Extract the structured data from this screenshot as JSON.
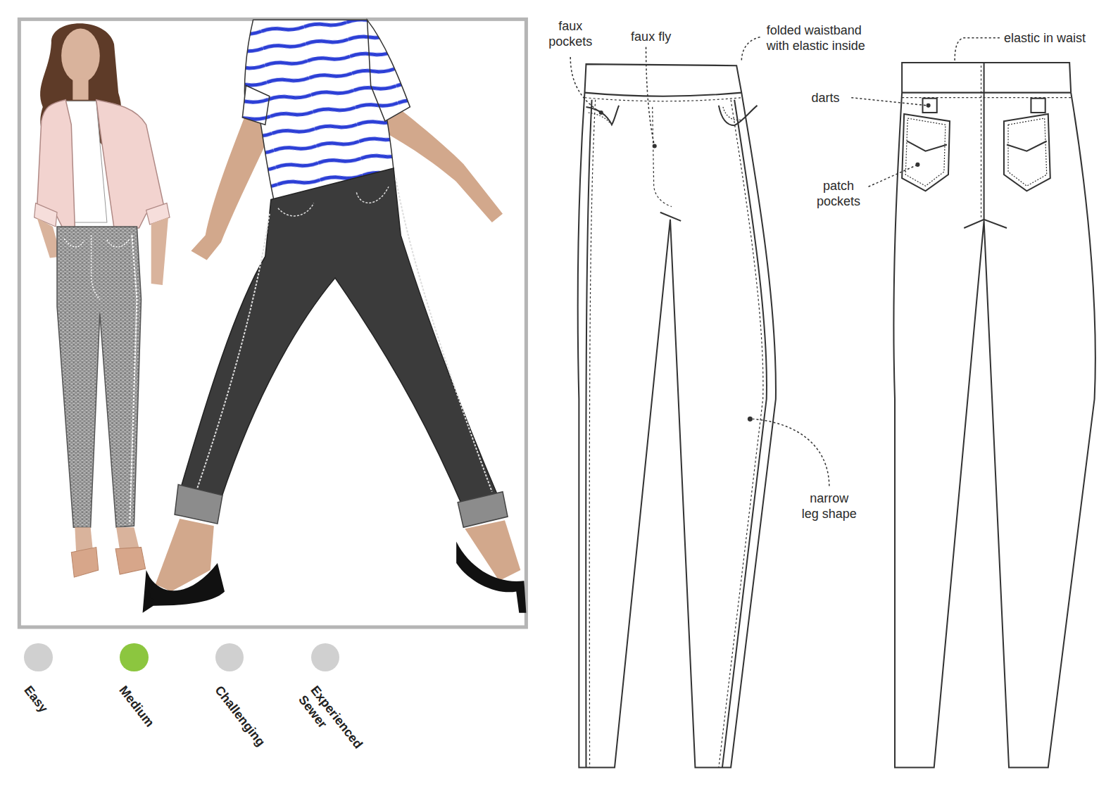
{
  "diagram": {
    "labels": [
      "faux pockets",
      "faux fly",
      "folded waistband with elastic inside",
      "elastic in waist",
      "darts",
      "patch pockets",
      "narrow leg shape"
    ],
    "legend": [
      {
        "text": "Easy",
        "color": "#d0d0d0"
      },
      {
        "text": "Medium",
        "color": "#8cc63f"
      },
      {
        "text": "Challenging",
        "color": "#d0d0d0"
      },
      {
        "text": "Experienced Sewer",
        "color": "#d0d0d0"
      }
    ]
  }
}
